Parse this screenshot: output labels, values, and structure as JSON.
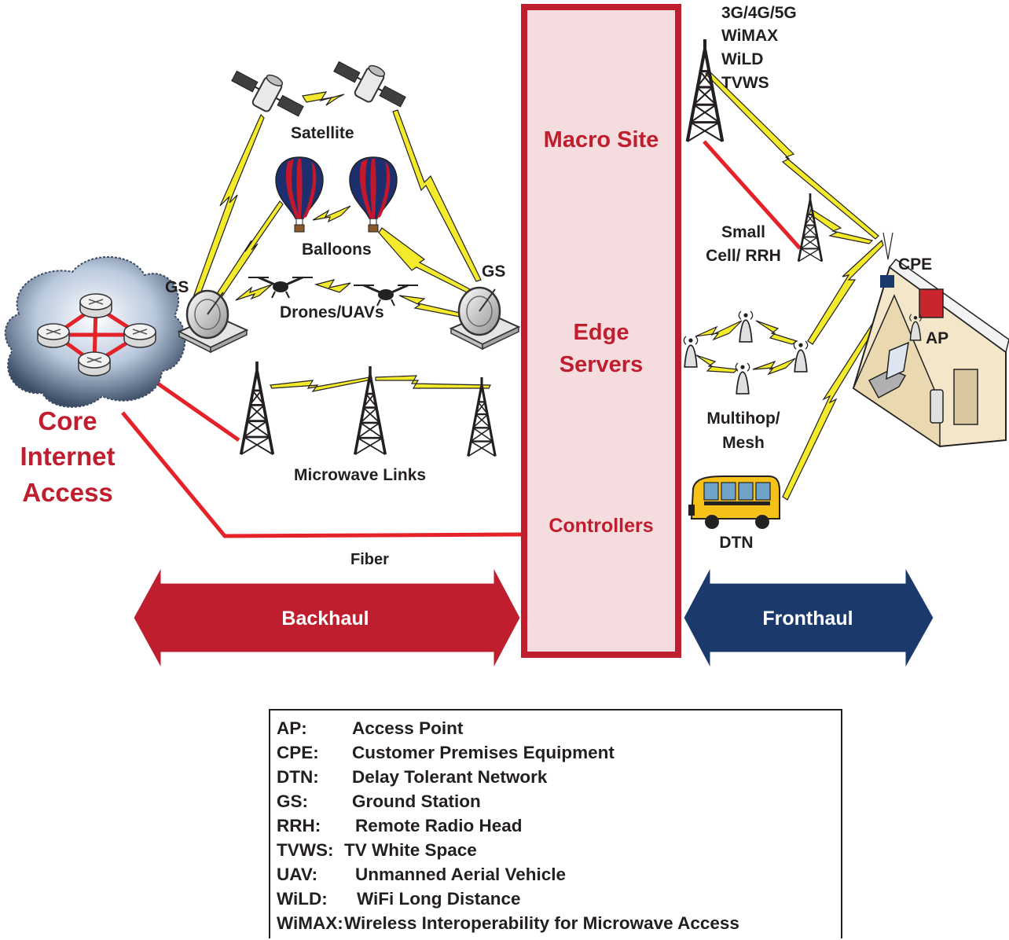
{
  "labels": {
    "tech_lines": [
      "3G/4G/5G",
      "WiMAX",
      "WiLD",
      "TVWS"
    ],
    "satellite": "Satellite",
    "balloons": "Balloons",
    "drones": "Drones/UAVs",
    "gs_left": "GS",
    "gs_right": "GS",
    "microwave": "Microwave Links",
    "fiber": "Fiber",
    "core_lines": [
      "Core",
      "Internet",
      "Access"
    ],
    "macro_site": "Macro Site",
    "edge_lines": [
      "Edge",
      "Servers"
    ],
    "controllers": "Controllers",
    "small_cell_lines": [
      "Small",
      "Cell/ RRH"
    ],
    "cpe": "CPE",
    "ap": "AP",
    "mesh_lines": [
      "Multihop/",
      "Mesh"
    ],
    "dtn": "DTN",
    "backhaul": "Backhaul",
    "fronthaul": "Fronthaul"
  },
  "colors": {
    "red": "#be1e2d",
    "navy": "#1b3a6b",
    "panel_fill": "#f5dcdf",
    "lightning": "#f2ea2a",
    "link_red": "#e4222a",
    "green": "#2aa84a"
  },
  "legend": [
    {
      "abbr": "AP:",
      "def": "Access Point"
    },
    {
      "abbr": "CPE:",
      "def": "Customer Premises Equipment"
    },
    {
      "abbr": "DTN:",
      "def": "Delay Tolerant Network"
    },
    {
      "abbr": "GS:",
      "def": "Ground Station"
    },
    {
      "abbr": "RRH:",
      "def": "Remote Radio Head"
    },
    {
      "abbr": "TVWS:",
      "def": "TV White Space"
    },
    {
      "abbr": "UAV:",
      "def": "Unmanned Aerial Vehicle"
    },
    {
      "abbr": "WiLD:",
      "def": "WiFi Long Distance"
    },
    {
      "abbr": "WiMAX:",
      "def": "Wireless Interoperability for Microwave Access"
    }
  ]
}
